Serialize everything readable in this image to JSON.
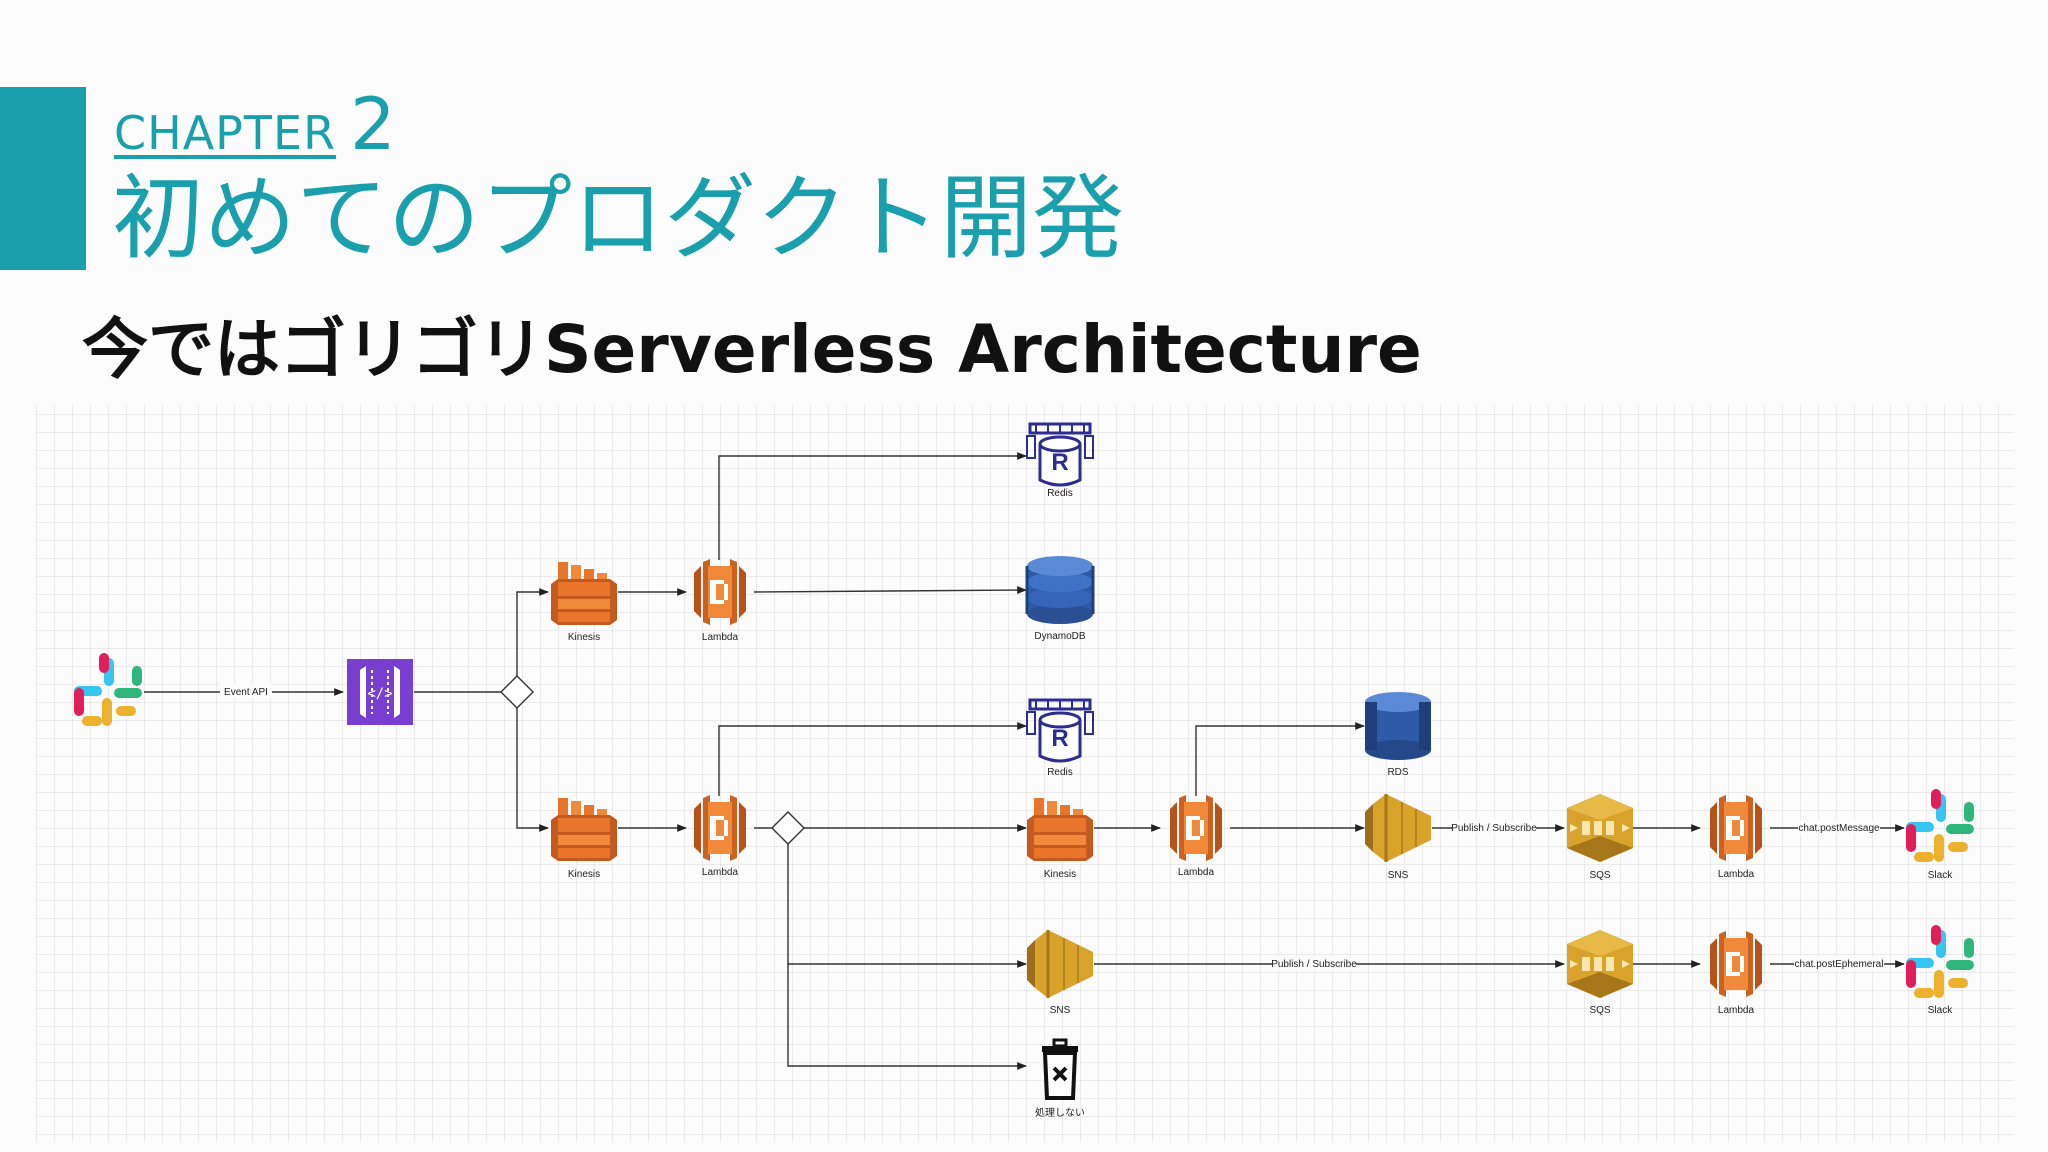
{
  "header": {
    "chapter_label": "CHAPTER",
    "chapter_number": "2",
    "chapter_title": "初めてのプロダクト開発",
    "subtitle": "今ではゴリゴリServerless Architecture"
  },
  "colors": {
    "accent": "#1aa0ad",
    "aws_orange": "#e8752a",
    "aws_gold": "#d9a22b",
    "dynamo_blue": "#2e5aa8",
    "api_gateway_purple": "#7a3fd1",
    "redis_navy": "#2d2d8f"
  },
  "diagram": {
    "nodes": {
      "slack_source": {
        "icon": "slack-icon",
        "label": ""
      },
      "api_gateway": {
        "icon": "api-gateway-icon",
        "label": ""
      },
      "kinesis_1": {
        "icon": "kinesis-icon",
        "label": "Kinesis"
      },
      "lambda_1": {
        "icon": "lambda-icon",
        "label": "Lambda"
      },
      "redis_1": {
        "icon": "redis-icon",
        "label": "Redis"
      },
      "dynamodb": {
        "icon": "dynamodb-icon",
        "label": "DynamoDB"
      },
      "kinesis_2": {
        "icon": "kinesis-icon",
        "label": "Kinesis"
      },
      "lambda_2": {
        "icon": "lambda-icon",
        "label": "Lambda"
      },
      "redis_2": {
        "icon": "redis-icon",
        "label": "Redis"
      },
      "kinesis_3": {
        "icon": "kinesis-icon",
        "label": "Kinesis"
      },
      "lambda_3": {
        "icon": "lambda-icon",
        "label": "Lambda"
      },
      "rds": {
        "icon": "rds-icon",
        "label": "RDS"
      },
      "sns_1": {
        "icon": "sns-icon",
        "label": "SNS"
      },
      "sqs_1": {
        "icon": "sqs-icon",
        "label": "SQS"
      },
      "lambda_4": {
        "icon": "lambda-icon",
        "label": "Lambda"
      },
      "slack_1": {
        "icon": "slack-icon",
        "label": "Slack"
      },
      "sns_2": {
        "icon": "sns-icon",
        "label": "SNS"
      },
      "sqs_2": {
        "icon": "sqs-icon",
        "label": "SQS"
      },
      "lambda_5": {
        "icon": "lambda-icon",
        "label": "Lambda"
      },
      "slack_2": {
        "icon": "slack-icon",
        "label": "Slack"
      },
      "discard": {
        "icon": "trash-icon",
        "label": "処理しない"
      }
    },
    "edge_labels": {
      "event_api": "Event API",
      "publish_subscribe_1": "Publish / Subscribe",
      "post_message": "chat.postMessage",
      "publish_subscribe_2": "Publish / Subscribe",
      "post_ephemeral": "chat.postEphemeral"
    }
  }
}
